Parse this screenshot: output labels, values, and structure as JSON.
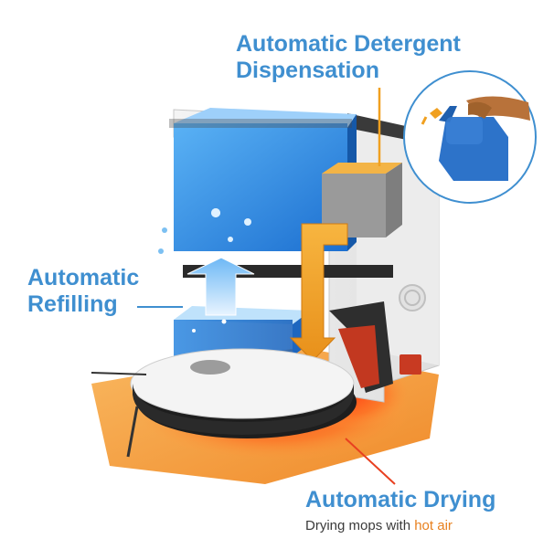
{
  "labels": {
    "detergent_line1": "Automatic Detergent",
    "detergent_line2": "Dispensation",
    "refilling_line1": "Automatic",
    "refilling_line2": "Refilling",
    "drying": "Automatic Drying",
    "drying_sub_prefix": "Drying mops with ",
    "drying_sub_highlight": "hot air"
  },
  "colors": {
    "accent_blue": "#3f8fd0",
    "water_blue": "#2f8fe0",
    "detergent_orange": "#f0a020",
    "heat_red": "#e84020",
    "mat_orange": "#f5a040"
  },
  "icons": [
    "water-tank",
    "detergent-bottle",
    "hand",
    "robot-vacuum",
    "drying-mat",
    "heat-glow"
  ]
}
